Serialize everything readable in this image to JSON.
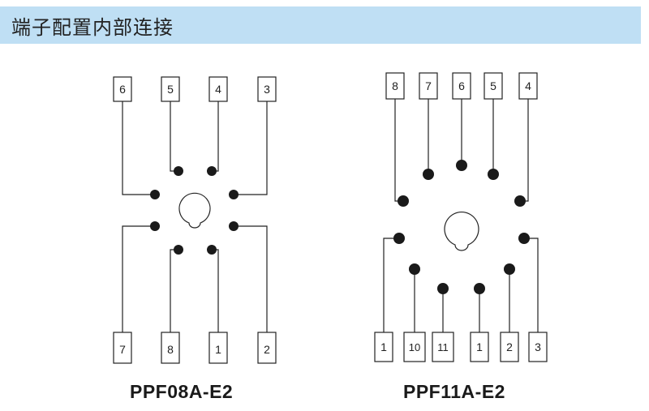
{
  "header": {
    "title": "端子配置内部连接"
  },
  "diagrams": [
    {
      "model": "PPF08A-E2",
      "pin_labels": [
        "6",
        "5",
        "4",
        "3",
        "7",
        "8",
        "1",
        "2"
      ]
    },
    {
      "model": "PPF11A-E2",
      "pin_labels": [
        "8",
        "7",
        "6",
        "5",
        "4",
        "1",
        "10",
        "11",
        "1",
        "2",
        "3"
      ]
    }
  ]
}
